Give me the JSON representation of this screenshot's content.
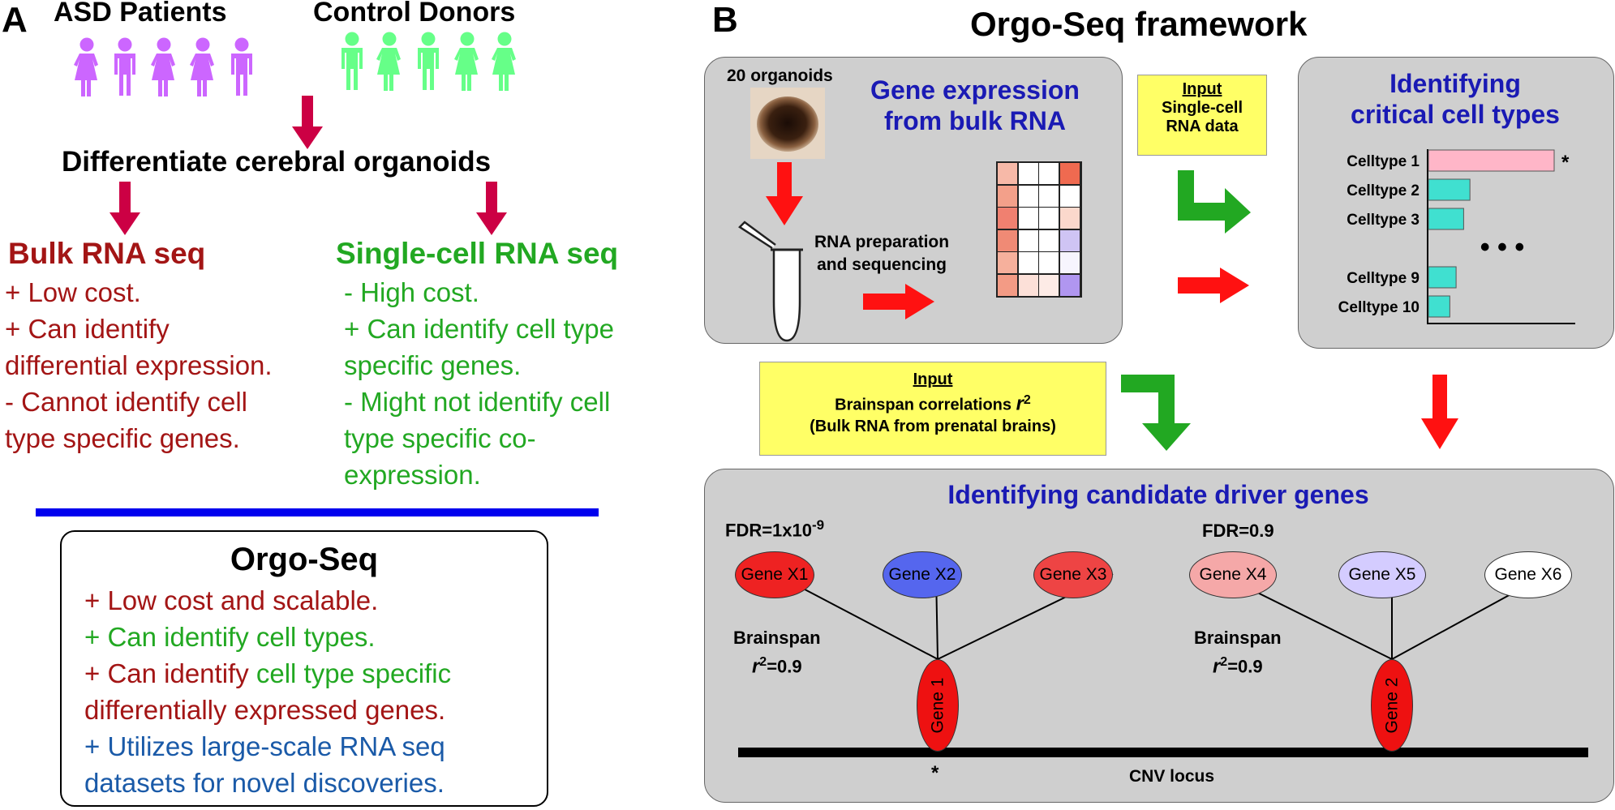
{
  "panelA": {
    "letter": "A",
    "patients_label": "ASD Patients",
    "controls_label": "Control Donors",
    "differentiate": "Differentiate cerebral organoids",
    "bulk": {
      "title": "Bulk RNA seq",
      "lines": [
        "+ Low cost.",
        "+ Can identify",
        "differential expression.",
        "- Cannot identify cell",
        "type specific genes."
      ]
    },
    "single": {
      "title": "Single-cell RNA seq",
      "lines": [
        "- High cost.",
        "+ Can identify cell type",
        "specific genes.",
        "- Might not identify cell",
        "type specific co-",
        "expression."
      ]
    },
    "orgoseq": {
      "title": "Orgo-Seq",
      "l1": "+ Low cost and scalable.",
      "l2": "+ Can identify cell types.",
      "l3a": "+ Can identify ",
      "l3b": "cell type specific",
      "l4": "differentially expressed genes.",
      "l5": "+ Utilizes large-scale RNA seq",
      "l6": "datasets for novel discoveries."
    },
    "colors": {
      "patients": "#cc66ff",
      "controls": "#66ff88",
      "arrow": "#cc0044",
      "divider": "#0000ee"
    }
  },
  "panelB": {
    "letter": "B",
    "title": "Orgo-Seq framework",
    "organoids": "20 organoids",
    "gene_expr_1": "Gene expression",
    "gene_expr_2": "from bulk RNA",
    "rna_prep_1": "RNA preparation",
    "rna_prep_2": "and sequencing",
    "input1": {
      "head": "Input",
      "l1": "Single-cell",
      "l2": "RNA data"
    },
    "critical_1": "Identifying",
    "critical_2": "critical cell types",
    "celltypes": [
      {
        "label": "Celltype 1",
        "value": 1.0,
        "highlight": true
      },
      {
        "label": "Celltype 2",
        "value": 0.33,
        "highlight": false
      },
      {
        "label": "Celltype 3",
        "value": 0.28,
        "highlight": false
      },
      {
        "label": "Celltype 9",
        "value": 0.22,
        "highlight": false
      },
      {
        "label": "Celltype 10",
        "value": 0.17,
        "highlight": false
      }
    ],
    "star": "*",
    "dots": "• • •",
    "input2": {
      "head": "Input",
      "l1": "Brainspan correlations ",
      "r": "r",
      "sup": "2",
      "l2": "(Bulk RNA from prenatal brains)"
    },
    "driver_title": "Identifying candidate driver genes",
    "fdr1": "FDR=1x10",
    "fdr1_exp": "-9",
    "fdr2": "FDR=0.9",
    "genes": [
      "Gene X1",
      "Gene X2",
      "Gene X3",
      "Gene X4",
      "Gene X5",
      "Gene X6"
    ],
    "gene_colors": [
      "#ee2222",
      "#5566ee",
      "#ee4444",
      "#f5a8a8",
      "#d4ccff",
      "#ffffff"
    ],
    "brainspan": "Brainspan",
    "r2_r": "r",
    "r2_sup": "2",
    "r2_val": "=0.9",
    "gene1": "Gene 1",
    "gene2": "Gene 2",
    "cnv_star": "*",
    "cnv": "CNV locus",
    "heatmap": [
      [
        "#f7b9a8",
        "#ffffff",
        "#ffffff",
        "#ef6a50"
      ],
      [
        "#f3a08a",
        "#ffffff",
        "#ffffff",
        "#ffffff"
      ],
      [
        "#f08070",
        "#ffffff",
        "#ffffff",
        "#fbd8cc"
      ],
      [
        "#f08a75",
        "#ffffff",
        "#ffffff",
        "#cfc4f4"
      ],
      [
        "#f6b09c",
        "#ffffff",
        "#ffffff",
        "#f7f5fe"
      ],
      [
        "#f39b85",
        "#fce0d8",
        "#fdebe6",
        "#b096f0"
      ]
    ]
  }
}
